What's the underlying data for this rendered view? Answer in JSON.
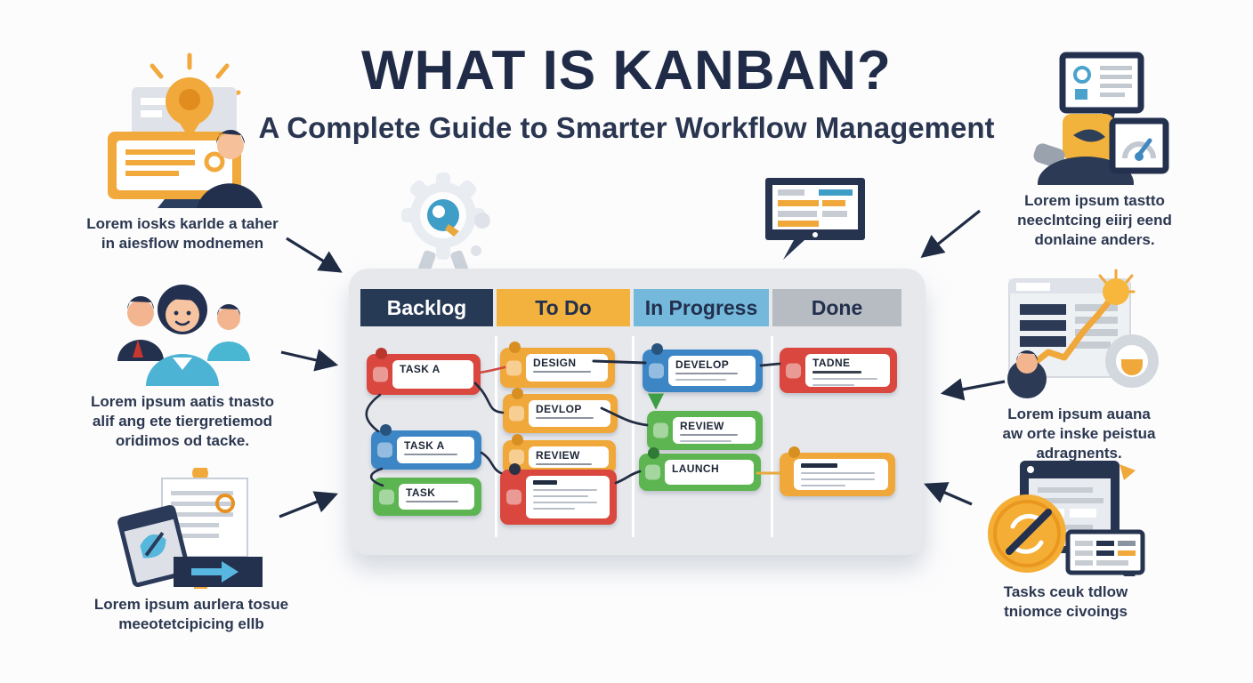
{
  "header": {
    "title": "WHAT IS KANBAN?",
    "subtitle": "A Complete Guide to Smarter Workflow Management"
  },
  "left_items": [
    {
      "icon": "idea-monitor-icon",
      "caption": "Lorem iosks karlde a taher\nin aiesflow modnemen"
    },
    {
      "icon": "team-icon",
      "caption": "Lorem ipsum aatis tnasto\nalif ang ete tiergretiemod\noridimos od tacke."
    },
    {
      "icon": "planning-clipboard-icon",
      "caption": "Lorem ipsum aurlera tosue\nmeeotetcipicing ellb"
    }
  ],
  "right_items": [
    {
      "icon": "review-person-icon",
      "caption": "Lorem ipsum tastto\nneeclntcing eiirj eend\ndonlaine anders."
    },
    {
      "icon": "growth-chart-icon",
      "caption": "Lorem ipsum auana\naw orte inske peistua\nadragnents."
    },
    {
      "icon": "task-update-icon",
      "caption": "Tasks ceuk tdlow\ntniomce civoings"
    }
  ],
  "board": {
    "columns": [
      {
        "label": "Backlog",
        "header_bg": "#273a55",
        "header_text": "#ffffff",
        "cards": [
          {
            "title": "TASK A",
            "color": "#d9473e"
          },
          {
            "title": "TASK A",
            "color": "#3c86c6"
          },
          {
            "title": "TASK",
            "color": "#5cb551"
          }
        ]
      },
      {
        "label": "To Do",
        "header_bg": "#f2b23d",
        "header_text": "#22304d",
        "cards": [
          {
            "title": "DESIGN",
            "color": "#f0a83a"
          },
          {
            "title": "DEVLOP",
            "color": "#f0a83a"
          },
          {
            "title": "REVIEW",
            "color": "#f0a83a"
          },
          {
            "title": "",
            "color": "#d9473e"
          }
        ]
      },
      {
        "label": "In Progress",
        "header_bg": "#74b9dc",
        "header_text": "#22304d",
        "cards": [
          {
            "title": "DEVELOP",
            "color": "#3c86c6"
          },
          {
            "title": "REVIEW",
            "color": "#5cb551"
          },
          {
            "title": "LAUNCH",
            "color": "#5cb551"
          }
        ]
      },
      {
        "label": "Done",
        "header_bg": "#b7bcc2",
        "header_text": "#22304d",
        "cards": [
          {
            "title": "TADNE",
            "color": "#d9473e"
          },
          {
            "title": "",
            "color": "#f0a83a"
          }
        ]
      }
    ]
  },
  "colors": {
    "title_navy": "#1f2b47",
    "board_bg": "#e6e8ec",
    "arrow_navy": "#1f2c44",
    "accent_orange": "#f0a83a",
    "accent_blue": "#3c86c6",
    "accent_green": "#5cb551",
    "accent_red": "#d9473e",
    "header_backlog": "#273a55",
    "header_todo": "#f2b23d",
    "header_inprogress": "#74b9dc",
    "header_done": "#b7bcc2"
  }
}
